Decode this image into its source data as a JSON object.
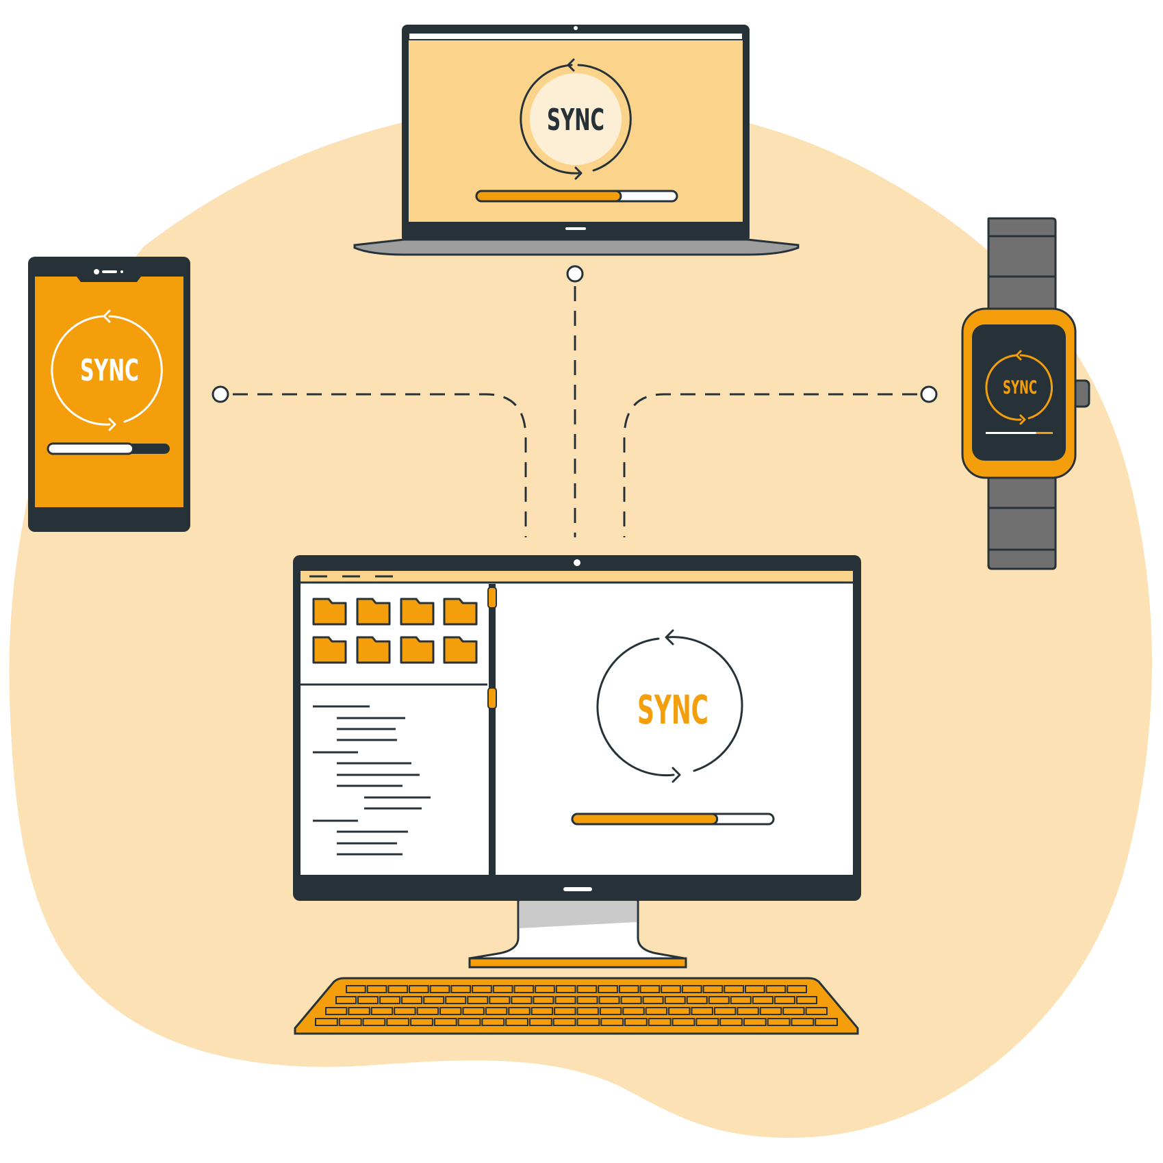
{
  "colors": {
    "background_blob": "#fbe1b3",
    "accent_orange": "#f59e0b",
    "light_orange": "#fcd38a",
    "cream": "#fdefd6",
    "dark": "#263238",
    "strap_gray": "#707070",
    "stand_gray": "#c9c9c9",
    "white": "#ffffff"
  },
  "icons": [
    "sync-arrows-icon",
    "folder-icon",
    "camera-dot-icon"
  ],
  "laptop": {
    "sync_label": "SYNC",
    "progress": 0.72
  },
  "tablet": {
    "sync_label": "SYNC",
    "progress": 0.7
  },
  "watch": {
    "sync_label": "SYNC",
    "progress": 0.75
  },
  "monitor": {
    "sync_label": "SYNC",
    "progress": 0.72,
    "folder_count": 8
  }
}
